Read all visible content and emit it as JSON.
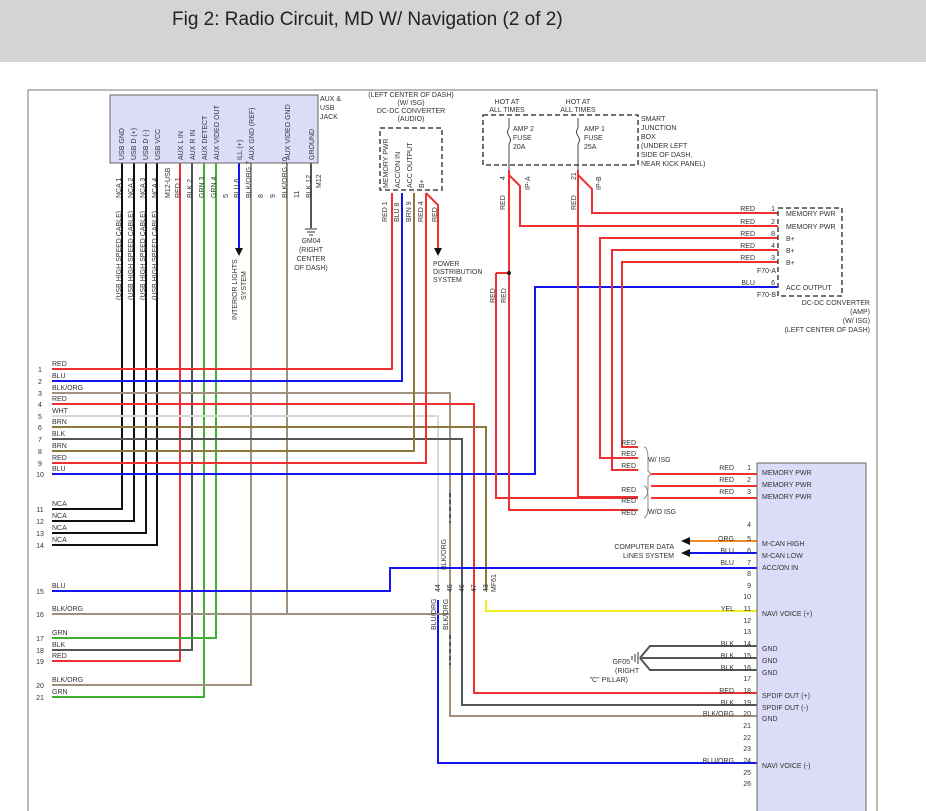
{
  "title": "Fig 2: Radio Circuit, MD W/ Navigation (2 of 2)",
  "aux_jack": {
    "label": [
      "AUX &",
      "USB",
      "JACK"
    ],
    "pins": [
      "USB GND",
      "USB D (+)",
      "USB D (-)",
      "USB VCC",
      "AUX L IN",
      "AUX R IN",
      "AUX DETECT",
      "AUX VIDEO OUT",
      "ILL (+)",
      "AUX GND (REF)",
      "AUX VIDEO GND",
      "GROUND"
    ],
    "usb_connector": "M12-USB",
    "connector": "M12",
    "usb_wires": [
      "NCA 1",
      "NCA 2",
      "NCA 3",
      "NCA 4"
    ],
    "aux_wires": [
      "RED 1",
      "BLK 2",
      "GRN 3",
      "GRN 4",
      "5",
      "BLU 6",
      "BLK/ORG 7",
      "8",
      "9",
      "BLK/ORG 10",
      "11",
      "BLK 12"
    ],
    "cable_label": "(USB HIGH SPEED CABLE)"
  },
  "ground_gm04": [
    "GM04",
    "(RIGHT",
    "CENTER",
    "OF DASH)"
  ],
  "interior_lights": [
    "INTERIOR LIGHTS",
    "SYSTEM"
  ],
  "dcdc_audio": {
    "label": [
      "(LEFT CENTER OF DASH)",
      "(W/ ISG)",
      "DC-DC CONVERTER",
      "(AUDIO)"
    ],
    "pins": [
      "MEMORY PWR",
      "ACC/ON IN",
      "ACC OUTPUT",
      "B+"
    ],
    "wires": [
      "RED 1",
      "BLU 8",
      "BRN 9",
      "RED 4"
    ],
    "extra_wire": "RED",
    "power_dist": [
      "POWER",
      "DISTRIBUTION",
      "SYSTEM"
    ]
  },
  "junction_box": {
    "hot": [
      "HOT AT",
      "ALL TIMES"
    ],
    "fuses": [
      [
        "AMP 2",
        "FUSE",
        "20A"
      ],
      [
        "AMP 1",
        "FUSE",
        "25A"
      ]
    ],
    "label": [
      "SMART",
      "JUNCTION",
      "BOX",
      "(UNDER LEFT",
      "SIDE OF DASH,",
      "NEAR KICK PANEL)"
    ],
    "pins": [
      "4",
      "21"
    ],
    "connectors": [
      "IP-A",
      "IP-B"
    ],
    "wire": "RED"
  },
  "dcdc_amp": {
    "pins": [
      {
        "num": "1",
        "color": "RED",
        "name": "MEMORY PWR"
      },
      {
        "num": "2",
        "color": "RED",
        "name": "MEMORY PWR"
      },
      {
        "num": "8",
        "color": "RED",
        "name": "B+"
      },
      {
        "num": "4",
        "color": "RED",
        "name": "B+"
      },
      {
        "num": "3",
        "color": "RED",
        "name": "B+"
      },
      {
        "num": "6",
        "color": "BLU",
        "name": "ACC OUTPUT"
      }
    ],
    "connectors": [
      "F70-A",
      "F70-B"
    ],
    "label": [
      "DC-DC CONVERTER",
      "(AMP)",
      "(W/ ISG)",
      "(LEFT CENTER OF DASH)"
    ]
  },
  "left_rows": [
    {
      "num": "1",
      "color": "RED"
    },
    {
      "num": "2",
      "color": "BLU"
    },
    {
      "num": "3",
      "color": "BLK/ORG"
    },
    {
      "num": "4",
      "color": "RED"
    },
    {
      "num": "5",
      "color": "WHT"
    },
    {
      "num": "6",
      "color": "BRN"
    },
    {
      "num": "7",
      "color": "BLK"
    },
    {
      "num": "8",
      "color": "BRN"
    },
    {
      "num": "9",
      "color": "RED"
    },
    {
      "num": "10",
      "color": "BLU"
    },
    {
      "num": "11",
      "color": "NCA"
    },
    {
      "num": "12",
      "color": "NCA"
    },
    {
      "num": "13",
      "color": "NCA"
    },
    {
      "num": "14",
      "color": "NCA"
    },
    {
      "num": "15",
      "color": "BLU"
    },
    {
      "num": "16",
      "color": "BLK/ORG"
    },
    {
      "num": "17",
      "color": "GRN"
    },
    {
      "num": "18",
      "color": "BLK"
    },
    {
      "num": "19",
      "color": "RED"
    },
    {
      "num": "20",
      "color": "BLK/ORG"
    },
    {
      "num": "21",
      "color": "GRN"
    }
  ],
  "mid_connector": {
    "pins": [
      "44",
      "45",
      "46",
      "47",
      "43"
    ],
    "connector": "MF61",
    "wire_labels": [
      "BLK/ORG",
      "BLU/ORG",
      "BLK/ORG"
    ]
  },
  "isg_options": {
    "with": "W/ ISG",
    "without": "W/O ISG",
    "wires": [
      "RED",
      "RED",
      "RED",
      "RED",
      "RED",
      "RED"
    ]
  },
  "computer_data": [
    "COMPUTER DATA",
    "LINES SYSTEM"
  ],
  "ground_gf05": [
    "GF05",
    "(RIGHT",
    "\"C\" PILLAR)"
  ],
  "main_unit": {
    "pins": [
      {
        "num": "1",
        "color": "RED",
        "name": "MEMORY PWR"
      },
      {
        "num": "2",
        "color": "RED",
        "name": "MEMORY PWR"
      },
      {
        "num": "3",
        "color": "RED",
        "name": "MEMORY PWR"
      },
      {
        "num": "4",
        "color": "",
        "name": ""
      },
      {
        "num": "5",
        "color": "ORG",
        "name": "M-CAN HIGH"
      },
      {
        "num": "6",
        "color": "BLU",
        "name": "M-CAN LOW"
      },
      {
        "num": "7",
        "color": "BLU",
        "name": "ACC/ON IN"
      },
      {
        "num": "8",
        "color": "",
        "name": ""
      },
      {
        "num": "9",
        "color": "",
        "name": ""
      },
      {
        "num": "10",
        "color": "",
        "name": ""
      },
      {
        "num": "11",
        "color": "YEL",
        "name": "NAVI VOICE (+)"
      },
      {
        "num": "12",
        "color": "",
        "name": ""
      },
      {
        "num": "13",
        "color": "",
        "name": ""
      },
      {
        "num": "14",
        "color": "BLK",
        "name": "GND"
      },
      {
        "num": "15",
        "color": "BLK",
        "name": "GND"
      },
      {
        "num": "16",
        "color": "BLK",
        "name": "GND"
      },
      {
        "num": "17",
        "color": "",
        "name": ""
      },
      {
        "num": "18",
        "color": "RED",
        "name": "SPDIF OUT (+)"
      },
      {
        "num": "19",
        "color": "BLK",
        "name": "SPDIF OUT (-)"
      },
      {
        "num": "20",
        "color": "BLK/ORG",
        "name": "GND"
      },
      {
        "num": "21",
        "color": "",
        "name": ""
      },
      {
        "num": "22",
        "color": "",
        "name": ""
      },
      {
        "num": "23",
        "color": "",
        "name": ""
      },
      {
        "num": "24",
        "color": "BLU/ORG",
        "name": "NAVI VOICE (-)"
      },
      {
        "num": "25",
        "color": "",
        "name": ""
      },
      {
        "num": "26",
        "color": "",
        "name": ""
      }
    ]
  }
}
